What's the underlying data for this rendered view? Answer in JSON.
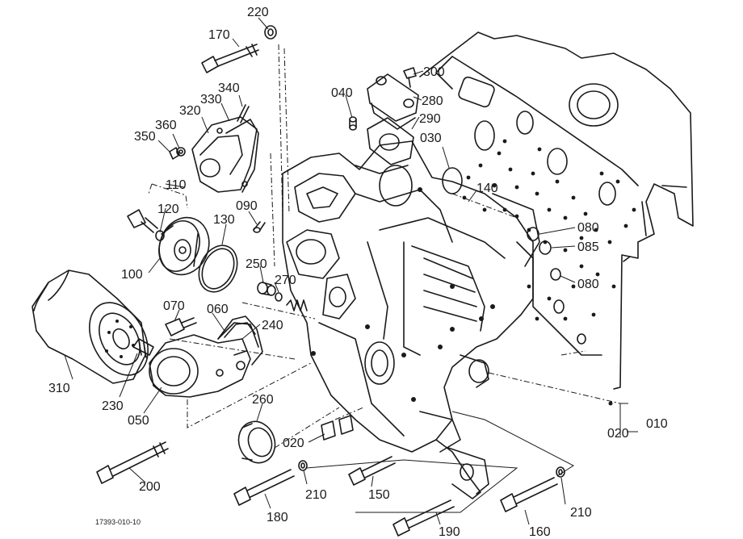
{
  "diagram": {
    "drawing_code": "17393-010-10",
    "part_labels": [
      "220",
      "170",
      "300",
      "040",
      "280",
      "340",
      "330",
      "320",
      "290",
      "360",
      "350",
      "030",
      "110",
      "140",
      "120",
      "090",
      "080",
      "130",
      "085",
      "100",
      "250",
      "270",
      "080",
      "070",
      "060",
      "240",
      "310",
      "230",
      "050",
      "260",
      "020",
      "020",
      "010",
      "200",
      "210",
      "150",
      "180",
      "210",
      "190",
      "160"
    ]
  }
}
